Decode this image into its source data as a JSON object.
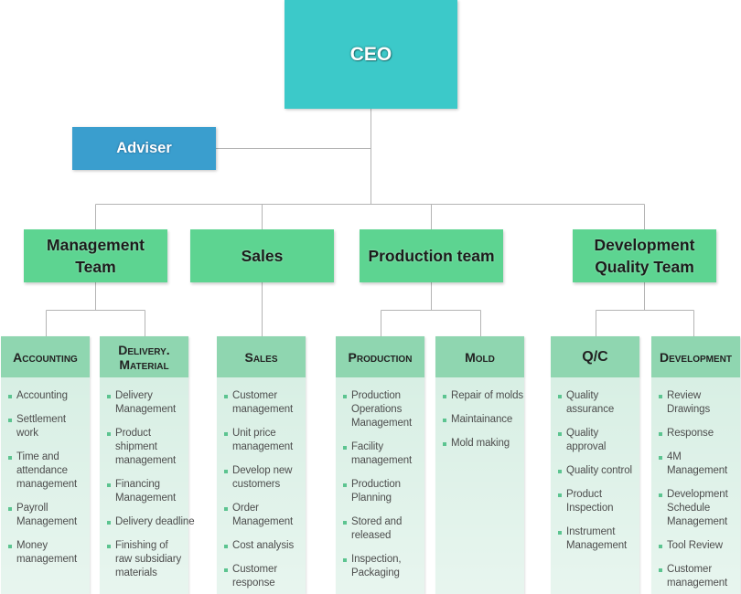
{
  "ceo": "CEO",
  "adviser": "Adviser",
  "teams": [
    {
      "name": "Management\nTeam",
      "departments": [
        {
          "name": "Accounting",
          "items": [
            "Accounting",
            "Settlement\nwork",
            "Time and\nattendance\nmanagement",
            "Payroll\nManagement",
            "Money\nmanagement"
          ]
        },
        {
          "name": "Delivery.\nMaterial",
          "items": [
            "Delivery\nManagement",
            "Product\nshipment\nmanagement",
            "Financing\nManagement",
            "Delivery deadline",
            "Finishing of\nraw subsidiary\nmaterials"
          ]
        }
      ]
    },
    {
      "name": "Sales",
      "departments": [
        {
          "name": "Sales",
          "items": [
            "Customer\nmanagement",
            "Unit price\nmanagement",
            "Develop new\ncustomers",
            "Order\nManagement",
            "Cost analysis",
            "Customer\nresponse"
          ]
        }
      ]
    },
    {
      "name": "Production team",
      "departments": [
        {
          "name": "Production",
          "items": [
            "Production\nOperations\nManagement",
            "Facility\nmanagement",
            "Production\nPlanning",
            "Stored and\nreleased",
            "Inspection,\nPackaging"
          ]
        },
        {
          "name": "Mold",
          "items": [
            "Repair of molds",
            "Maintainance",
            "Mold making"
          ]
        }
      ]
    },
    {
      "name": "Development\nQuality Team",
      "departments": [
        {
          "name": "Q/C",
          "items": [
            "Quality\nassurance",
            "Quality\napproval",
            "Quality control",
            "Product\nInspection",
            "Instrument\nManagement"
          ]
        },
        {
          "name": "Development",
          "items": [
            "Review\nDrawings",
            "Response",
            "4M\nManagement",
            "Development\nSchedule\nManagement",
            "Tool Review",
            "Customer\nmanagement"
          ]
        }
      ]
    }
  ],
  "colors": {
    "ceo_box": "#3cc9c9",
    "adviser_box": "#3a9ece",
    "team_box": "#5dd491",
    "department_header": "#8fd6b0",
    "department_body": "#d8efe4",
    "bullet": "#5cc490",
    "connector": "#b4b4b4"
  }
}
